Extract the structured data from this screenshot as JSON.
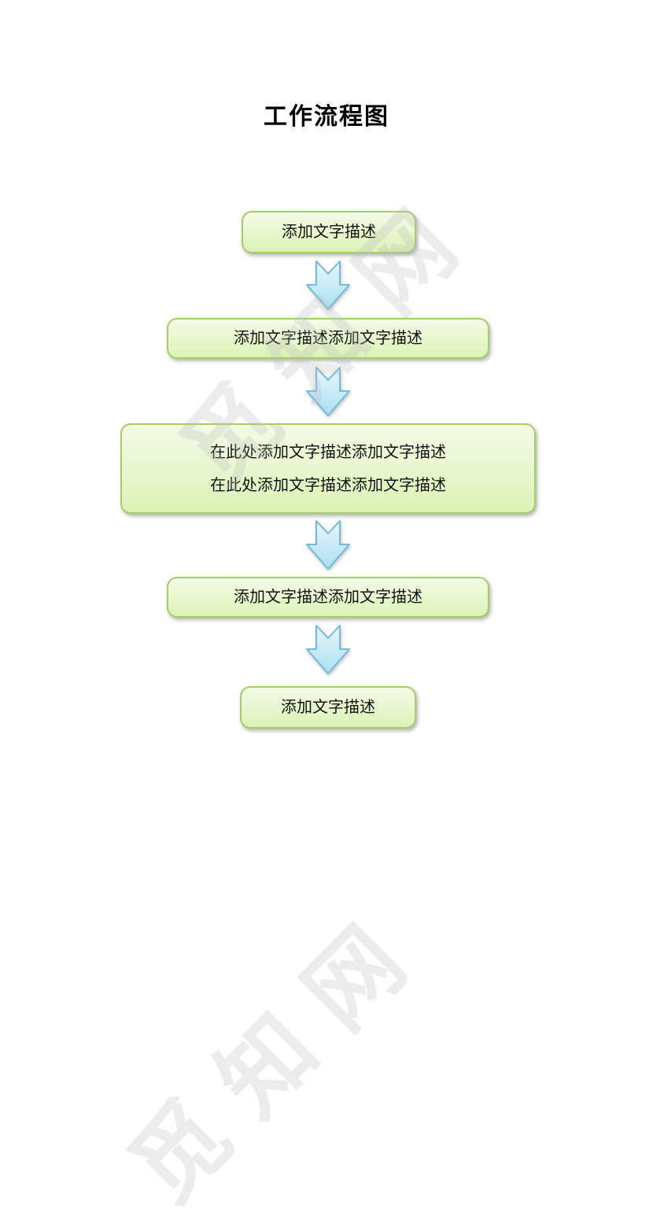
{
  "page": {
    "title": "工作流程图"
  },
  "flow": {
    "nodes": [
      {
        "id": "step-1",
        "lines": [
          "添加文字描述"
        ]
      },
      {
        "id": "step-2",
        "lines": [
          "添加文字描述添加文字描述"
        ]
      },
      {
        "id": "step-3",
        "lines": [
          "在此处添加文字描述添加文字描述",
          "在此处添加文字描述添加文字描述"
        ]
      },
      {
        "id": "step-4",
        "lines": [
          "添加文字描述添加文字描述"
        ]
      },
      {
        "id": "step-5",
        "lines": [
          "添加文字描述"
        ]
      }
    ],
    "connector_icon": "down-arrow-icon"
  },
  "watermark": {
    "text": "觅知网"
  },
  "colors": {
    "box_border": "#a3cd66",
    "box_fill_top": "#f4fae6",
    "box_fill_bottom": "#dcf2b4",
    "arrow_border": "#72bbd9",
    "arrow_fill_top": "#e7f6fc",
    "arrow_fill_bottom": "#abdff1",
    "title_color": "#000000",
    "text_color": "#111111"
  }
}
